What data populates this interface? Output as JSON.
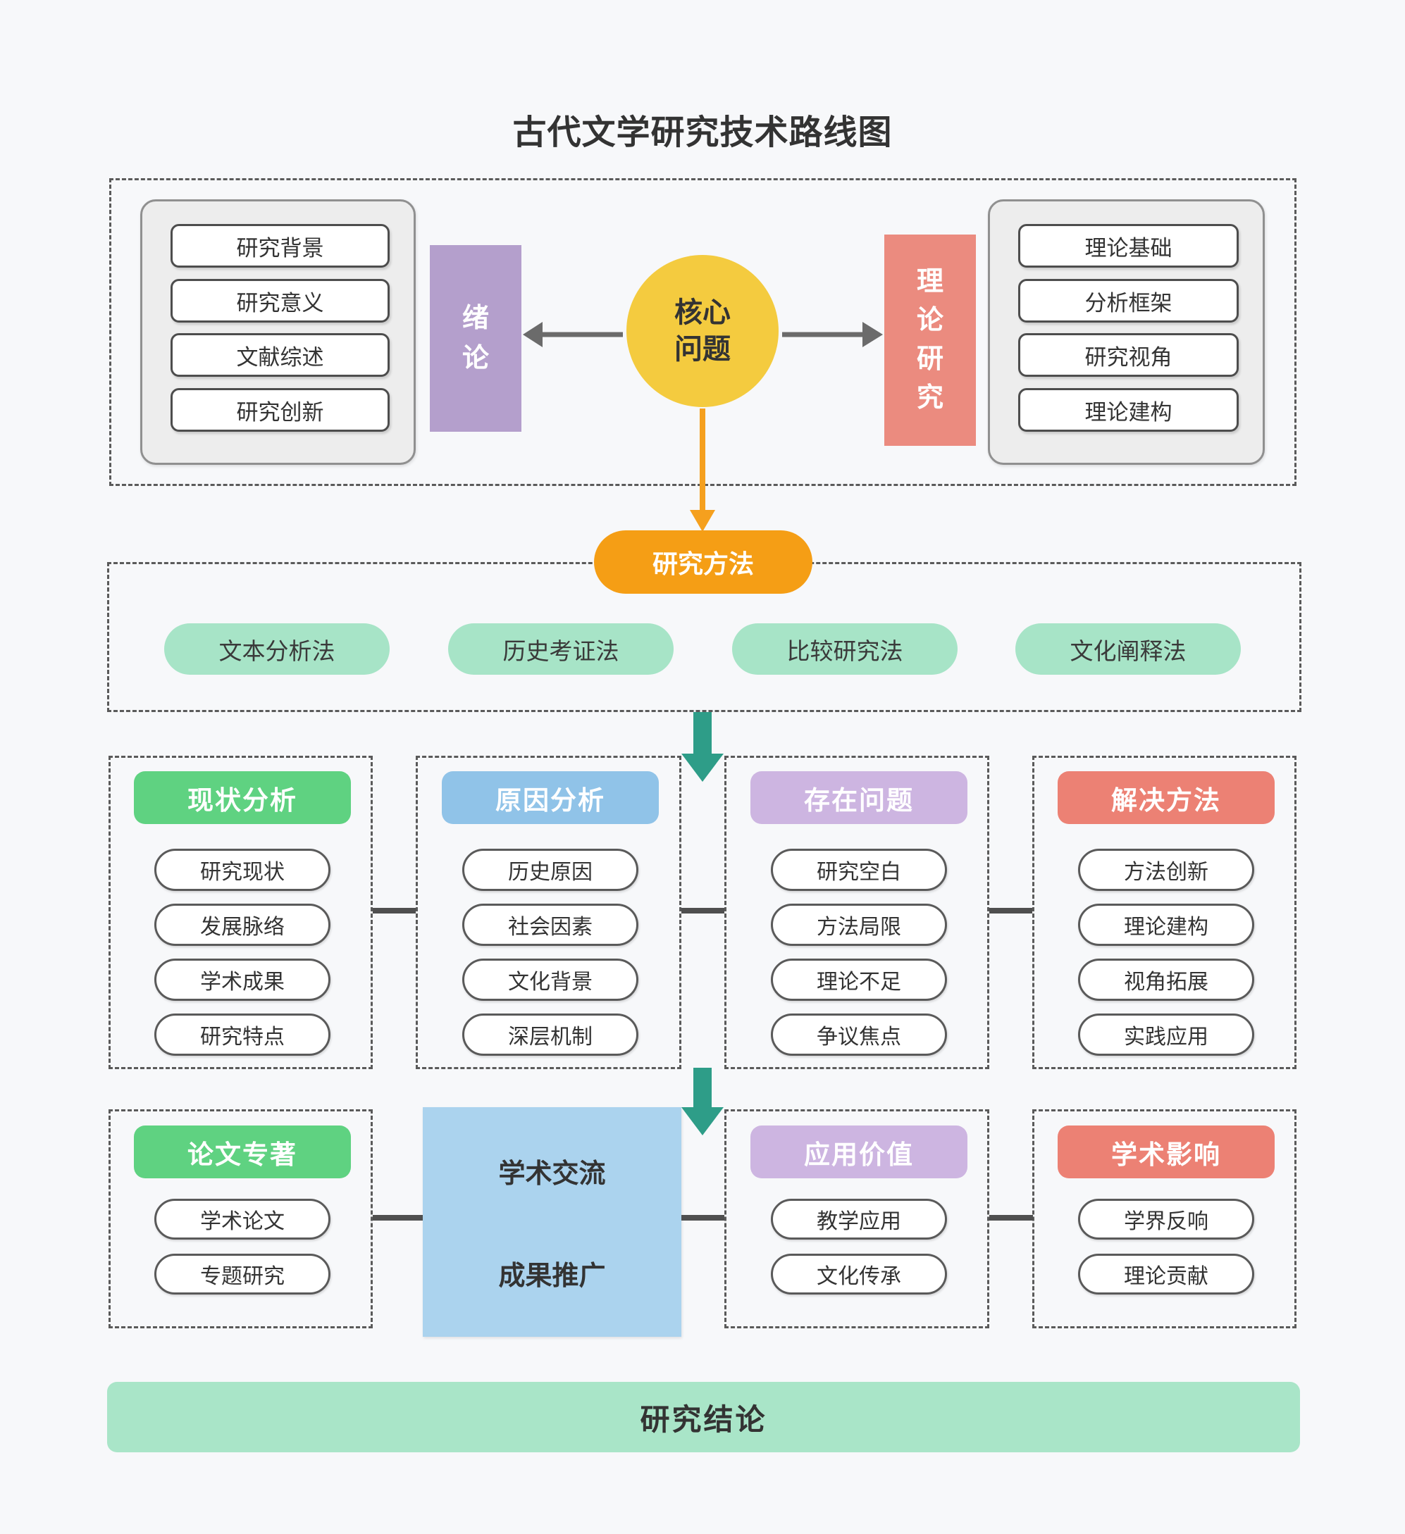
{
  "title": "古代文学研究技术路线图",
  "overview": {
    "intro": {
      "label": "绪论",
      "items": [
        "研究背景",
        "研究意义",
        "文献综述",
        "研究创新"
      ]
    },
    "core": {
      "label": "核心问题"
    },
    "theory": {
      "label": "理论研究",
      "items": [
        "理论基础",
        "分析框架",
        "研究视角",
        "理论建构"
      ]
    }
  },
  "methods": {
    "label": "研究方法",
    "items": [
      "文本分析法",
      "历史考证法",
      "比较研究法",
      "文化阐释法"
    ]
  },
  "analysis": {
    "status": {
      "title": "现状分析",
      "color": "#5fd281",
      "items": [
        "研究现状",
        "发展脉络",
        "学术成果",
        "研究特点"
      ]
    },
    "cause": {
      "title": "原因分析",
      "color": "#90c3e8",
      "items": [
        "历史原因",
        "社会因素",
        "文化背景",
        "深层机制"
      ]
    },
    "problem": {
      "title": "存在问题",
      "color": "#cdb5e1",
      "items": [
        "研究空白",
        "方法局限",
        "理论不足",
        "争议焦点"
      ]
    },
    "solution": {
      "title": "解决方法",
      "color": "#ec8174",
      "items": [
        "方法创新",
        "理论建构",
        "视角拓展",
        "实践应用"
      ]
    }
  },
  "outputs": {
    "papers": {
      "title": "论文专著",
      "color": "#5fd281",
      "items": [
        "学术论文",
        "专题研究"
      ]
    },
    "exchange": {
      "line1": "学术交流",
      "line2": "成果推广",
      "color": "#abd3ee"
    },
    "application": {
      "title": "应用价值",
      "color": "#cdb5e1",
      "items": [
        "教学应用",
        "文化传承"
      ]
    },
    "impact": {
      "title": "学术影响",
      "color": "#ec8174",
      "items": [
        "学界反响",
        "理论贡献"
      ]
    }
  },
  "conclusion": {
    "label": "研究结论",
    "color": "#a9e5c8"
  },
  "colors": {
    "page_bg": "#f7f8fa",
    "intro_purple": "#b49fcc",
    "theory_pink": "#eb8b7f",
    "core_yellow": "#f4cb3f",
    "method_orange": "#f59e15",
    "method_mint": "#a7e4c7",
    "flow_teal": "#2e9d88",
    "arrow_gray": "#6b6b6b",
    "connector_gray": "#4f4f4f"
  }
}
